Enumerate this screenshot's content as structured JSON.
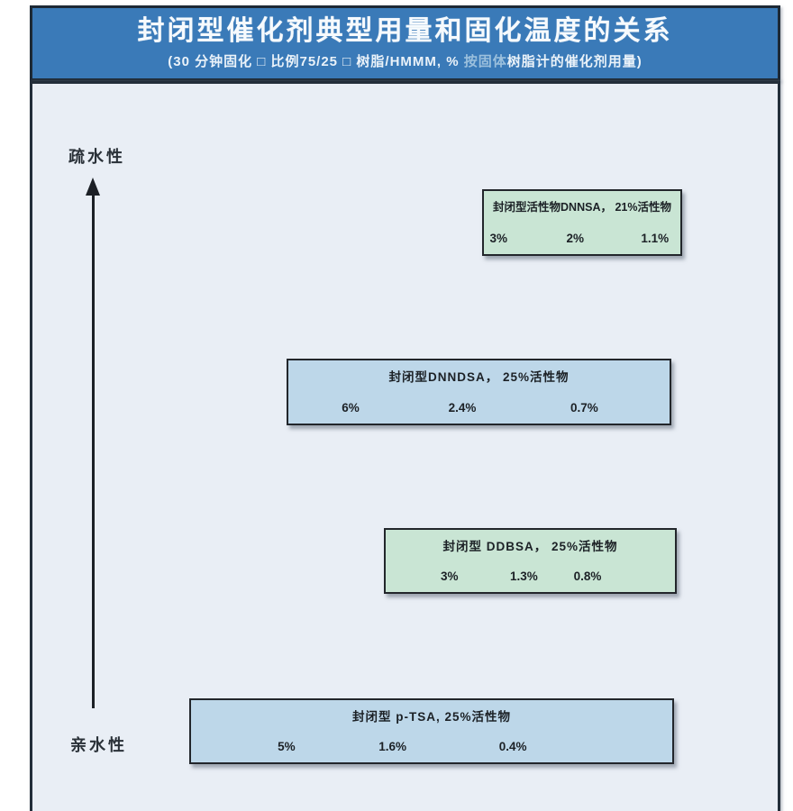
{
  "header": {
    "title": "封闭型催化剂典型用量和固化温度的关系",
    "subtitle_part1": "(30 分钟固化 □ 比例75/25 □ 树脂/HMMM, % ",
    "subtitle_faded": "按固体",
    "subtitle_part2": "树脂计的催化剂用量)"
  },
  "axis": {
    "top_label": "疏水性",
    "bottom_label": "亲水性"
  },
  "colors": {
    "header_bg": "#3a7ab8",
    "panel_border": "#1d2935",
    "chart_bg": "#e9eef5",
    "green_box": "#c9e5d4",
    "blue_box": "#bdd7e9",
    "box_border": "#22262b",
    "text_dark": "#1c2126",
    "title_text": "#f6fafd"
  },
  "chart_data": {
    "type": "table",
    "title": "封闭型催化剂典型用量和固化温度的关系",
    "subtitle": "(30 分钟固化 □ 比例75/25 □ 树脂/HMMM, % 按固体树脂计的催化剂用量)",
    "y_axis": {
      "top": "疏水性",
      "bottom": "亲水性",
      "arrow_direction": "up"
    },
    "legend_position": "none",
    "grid": false,
    "series": [
      {
        "name": "封闭型活性物DNNSA， 21%活性物",
        "values": [
          "3%",
          "2%",
          "1.1%"
        ],
        "box_color": "#c9e5d4",
        "hydrophobicity_rank": 1
      },
      {
        "name": "封闭型DNNDSA， 25%活性物",
        "values": [
          "6%",
          "2.4%",
          "0.7%"
        ],
        "box_color": "#bdd7e9",
        "hydrophobicity_rank": 2
      },
      {
        "name": "封闭型 DDBSA， 25%活性物",
        "values": [
          "3%",
          "1.3%",
          "0.8%"
        ],
        "box_color": "#c9e5d4",
        "hydrophobicity_rank": 3
      },
      {
        "name": "封闭型 p-TSA, 25%活性物",
        "values": [
          "5%",
          "1.6%",
          "0.4%"
        ],
        "box_color": "#bdd7e9",
        "hydrophobicity_rank": 4
      }
    ]
  }
}
